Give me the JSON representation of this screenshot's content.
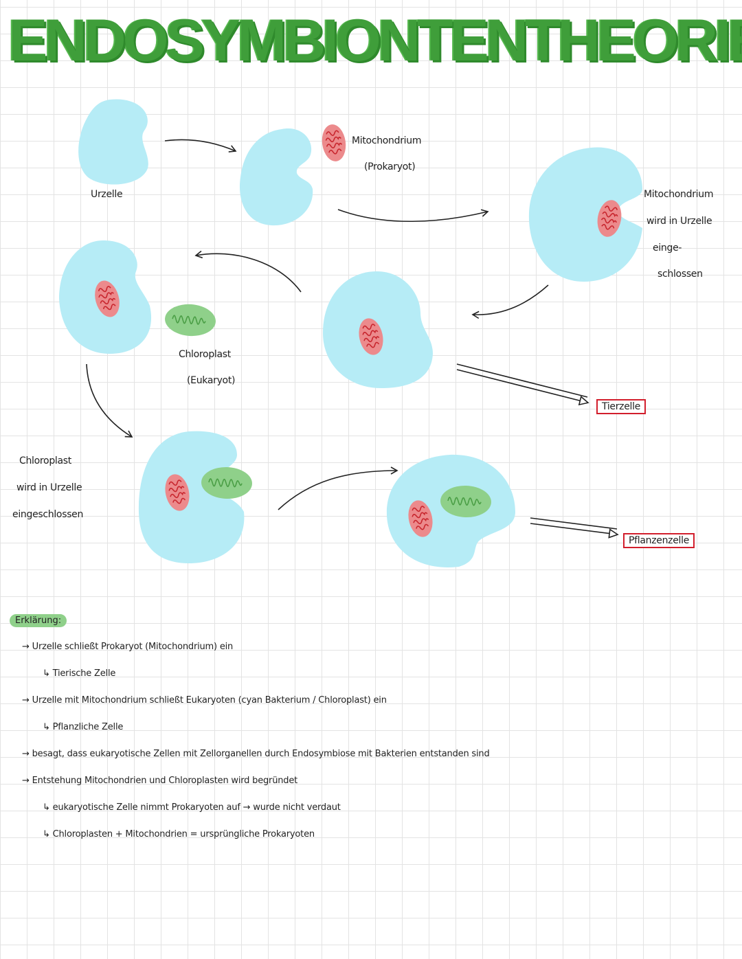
{
  "title": "ENDOSYMBIONTENTHEORIE",
  "labels": {
    "urzelle": "Urzelle",
    "mito_name": "Mitochondrium",
    "mito_type": "(Prokaryot)",
    "engulf_mito": [
      "Mitochondrium",
      "wird in Urzelle",
      "einge-",
      "schlossen"
    ],
    "chloro_name": "Chloroplast",
    "chloro_type": "(Eukaryot)",
    "engulf_chloro": [
      "Chloroplast",
      "wird in Urzelle",
      "eingeschlossen"
    ],
    "tierzelle": "Tierzelle",
    "pflanzenzelle": "Pflanzenzelle"
  },
  "explanation": {
    "heading": "Erklärung:",
    "lines": [
      "→ Urzelle schließt Prokaryot (Mitochondrium) ein",
      "↳ Tierische Zelle",
      "→ Urzelle mit Mitochondrium schließt Eukaryoten (cyan Bakterium / Chloroplast) ein",
      "↳ Pflanzliche Zelle",
      "→ besagt, dass eukaryotische Zellen mit Zellorganellen durch Endosymbiose mit Bakterien entstanden sind",
      "→ Entstehung Mitochondrien und Chloroplasten wird begründet",
      "↳ eukaryotische Zelle nimmt Prokaryoten auf → wurde nicht verdaut",
      "↳ Chloroplasten + Mitochondrien = ursprüngliche Prokaryoten"
    ]
  },
  "colors": {
    "cell": "#b6ecf6",
    "mitochondrion": "#ec8a8c",
    "mitochondrion_cristae": "#c8262e",
    "chloroplast": "#8fd08a",
    "chloroplast_thylakoid": "#4a9e45",
    "title": "#3f9e3a",
    "box_border": "#d21e2c"
  }
}
